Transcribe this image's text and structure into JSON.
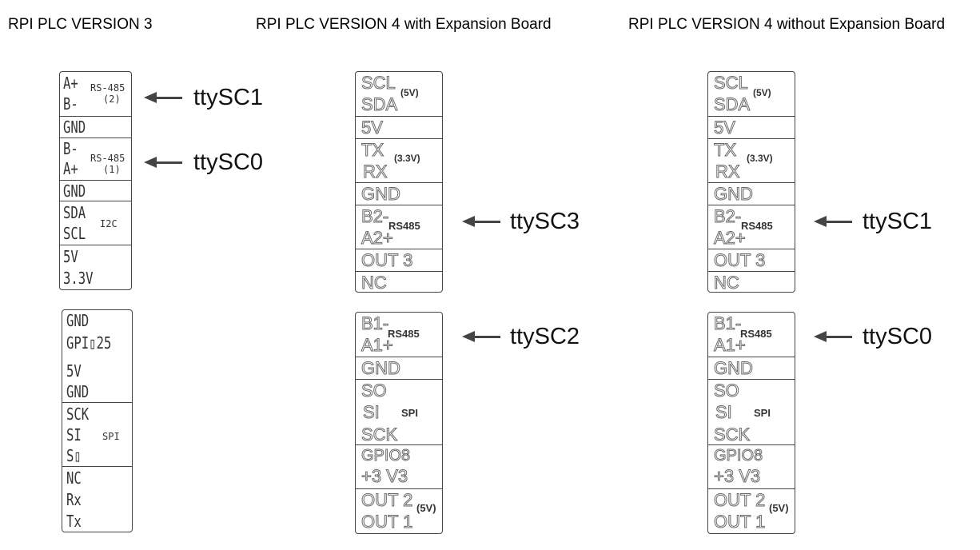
{
  "titles": {
    "v3": "RPI PLC VERSION 3",
    "v4_exp": "RPI PLC VERSION 4 with Expansion Board",
    "v4_noexp": "RPI PLC VERSION 4 without Expansion Board"
  },
  "v3_top": {
    "rs485_2": {
      "a": "A+",
      "b": "B-",
      "label": "RS-485",
      "num": "(2)"
    },
    "gnd1": "GND",
    "rs485_1": {
      "b": "B-",
      "a": "A+",
      "label": "RS-485",
      "num": "(1)"
    },
    "gnd2": "GND",
    "i2c": {
      "sda": "SDA",
      "scl": "SCL",
      "label": "I2C"
    },
    "power": {
      "v5": "5V",
      "v33": "3.3V"
    }
  },
  "v3_bottom": {
    "gnd": "GND",
    "gpio": "GPI▯25",
    "v5": "5V",
    "gnd2": "GND",
    "spi": {
      "sck": "SCK",
      "si": "SI",
      "so": "S▯",
      "label": "SPI"
    },
    "nc": "NC",
    "rx": "Rx",
    "tx": "Tx"
  },
  "v4_top": {
    "scl": "SCL",
    "sda": "SDA",
    "v5_note": "(5V)",
    "v5": "5V",
    "tx": "TX",
    "rx": "RX",
    "v33_note": "(3.3V)",
    "gnd": "GND",
    "b2": "B2-",
    "a2": "A2+",
    "rs485": "RS485",
    "out3": "OUT 3",
    "nc": "NC"
  },
  "v4_bottom": {
    "b1": "B1-",
    "a1": "A1+",
    "rs485": "RS485",
    "gnd": "GND",
    "so": "SO",
    "si": "SI",
    "sck": "SCK",
    "spi": "SPI",
    "gpio8": "GPIO8",
    "v33": "+3 V3",
    "out2": "OUT 2",
    "out1": "OUT 1",
    "v5_note": "(5V)"
  },
  "ports": {
    "v3_rs485_2": "ttySC1",
    "v3_rs485_1": "ttySC0",
    "v4exp_rs485_2": "ttySC3",
    "v4exp_rs485_1": "ttySC2",
    "v4noexp_rs485_2": "ttySC1",
    "v4noexp_rs485_1": "ttySC0"
  },
  "colors": {
    "border": "#444444",
    "arrow": "#444444",
    "outline_text": "#6a6a6a"
  }
}
